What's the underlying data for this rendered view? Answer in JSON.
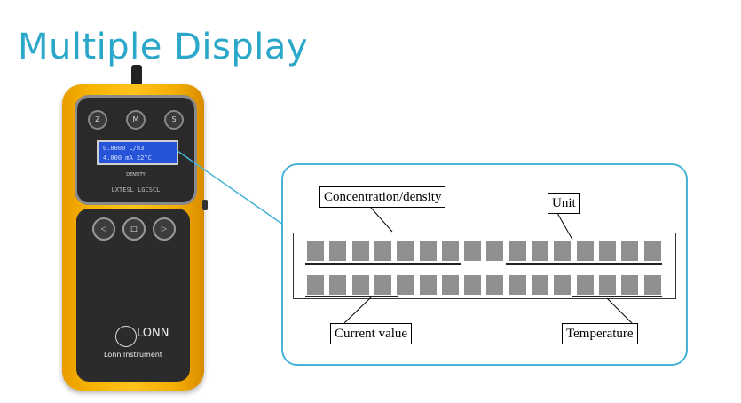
{
  "title": "Multiple Display",
  "device": {
    "top_buttons": [
      "Z",
      "M",
      "S"
    ],
    "lcd_line1": "0.0000 L/h3",
    "lcd_line2": "4.000 mA  22°C",
    "density_label": "DENSITY",
    "model_label": "LXTESL LGCSCL",
    "nav_buttons": [
      "◁",
      "□",
      "▷"
    ],
    "logo_text": "LONN",
    "brand_text": "Lonn Instrument"
  },
  "diagram": {
    "label_concentration": "Concentration/density",
    "label_unit": "Unit",
    "label_current": "Current value",
    "label_temperature": "Temperature",
    "cells_per_row": 16,
    "rows": 2
  },
  "colors": {
    "accent": "#2aa7c9",
    "panel_border": "#46b4d6",
    "device_body": "#f7b400",
    "lcd_blue": "#2753d9",
    "cell_gray": "#8f8f8f"
  }
}
